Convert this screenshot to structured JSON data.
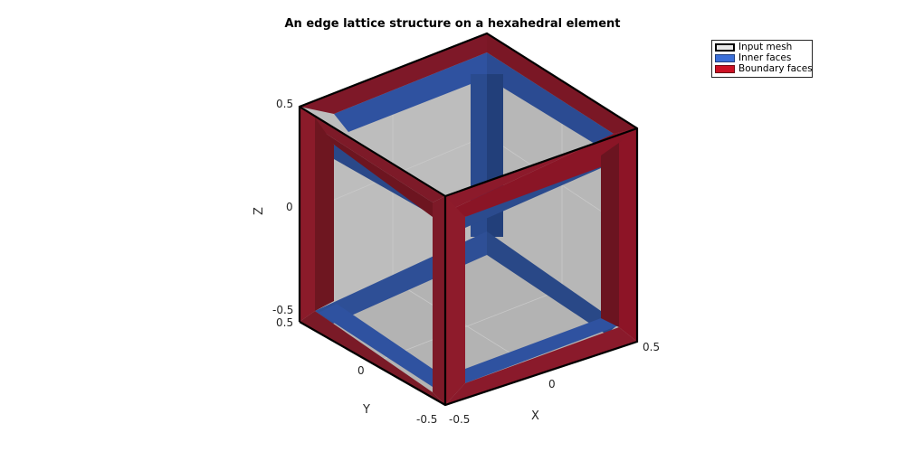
{
  "title": "An edge lattice structure on a hexahedral element",
  "axes": {
    "z_label": "Z",
    "y_label": "Y",
    "x_label": "X",
    "z_ticks": [
      "0.5",
      "0",
      "-0.5"
    ],
    "y_ticks": [
      "0.5",
      "0",
      "-0.5"
    ],
    "x_ticks": [
      "-0.5",
      "0",
      "0.5"
    ]
  },
  "legend": [
    {
      "label": "Input mesh",
      "color": "#e8e8e8",
      "border": "#000000"
    },
    {
      "label": "Inner faces",
      "color": "#3b6fd8",
      "border": "#1f3f80"
    },
    {
      "label": "Boundary faces",
      "color": "#cc1124",
      "border": "#6d0a14"
    }
  ],
  "colors": {
    "boundary_dark": "#6e1621",
    "boundary_mid": "#7e1a26",
    "boundary_light": "#8e1b2a",
    "inner_dark": "#233f78",
    "inner_mid": "#2b4c8c",
    "inner_light": "#3a5cab",
    "interior_face": "#bcbcbc",
    "mesh_edge": "#000000"
  }
}
